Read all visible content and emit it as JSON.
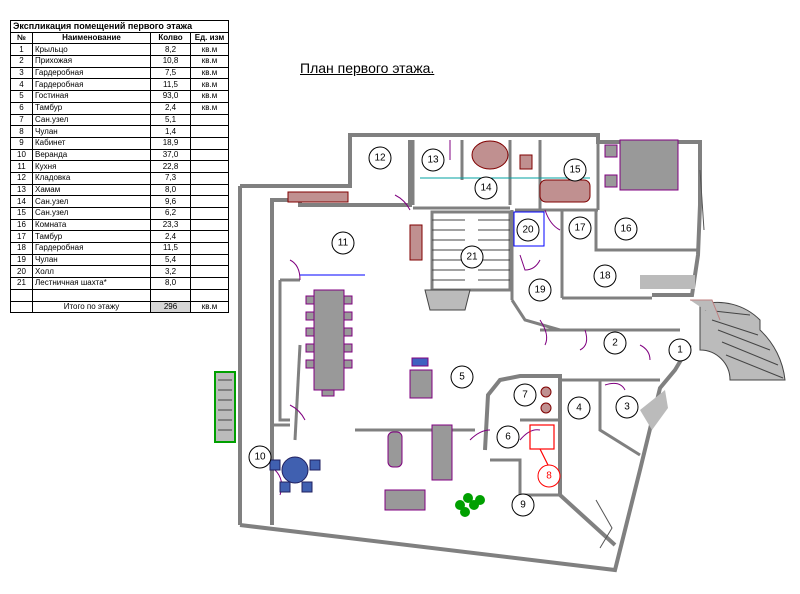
{
  "table": {
    "caption": "Экспликация помещений первого этажа",
    "headers": [
      "№",
      "Наименование",
      "Колво",
      "Ед. изм"
    ],
    "rows": [
      {
        "n": "1",
        "name": "Крыльцо",
        "value": "8,2",
        "unit": "кв.м"
      },
      {
        "n": "2",
        "name": "Прихожая",
        "value": "10,8",
        "unit": "кв.м"
      },
      {
        "n": "3",
        "name": "Гардеробная",
        "value": "7,5",
        "unit": "кв.м"
      },
      {
        "n": "4",
        "name": "Гардеробная",
        "value": "11,5",
        "unit": "кв.м"
      },
      {
        "n": "5",
        "name": "Гостиная",
        "value": "93,0",
        "unit": "кв.м"
      },
      {
        "n": "6",
        "name": "Тамбур",
        "value": "2,4",
        "unit": "кв.м"
      },
      {
        "n": "7",
        "name": "Сан.узел",
        "value": "5,1",
        "unit": ""
      },
      {
        "n": "8",
        "name": "Чулан",
        "value": "1,4",
        "unit": ""
      },
      {
        "n": "9",
        "name": "Кабинет",
        "value": "18,9",
        "unit": ""
      },
      {
        "n": "10",
        "name": "Веранда",
        "value": "37,0",
        "unit": ""
      },
      {
        "n": "11",
        "name": "Кухня",
        "value": "22,8",
        "unit": ""
      },
      {
        "n": "12",
        "name": "Кладовка",
        "value": "7,3",
        "unit": ""
      },
      {
        "n": "13",
        "name": "Хамам",
        "value": "8,0",
        "unit": ""
      },
      {
        "n": "14",
        "name": "Сан.узел",
        "value": "9,6",
        "unit": ""
      },
      {
        "n": "15",
        "name": "Сан.узел",
        "value": "6,2",
        "unit": ""
      },
      {
        "n": "16",
        "name": "Комната",
        "value": "23,3",
        "unit": ""
      },
      {
        "n": "17",
        "name": "Тамбур",
        "value": "2,4",
        "unit": ""
      },
      {
        "n": "18",
        "name": "Гардеробная",
        "value": "11,5",
        "unit": ""
      },
      {
        "n": "19",
        "name": "Чулан",
        "value": "5,4",
        "unit": ""
      },
      {
        "n": "20",
        "name": "Холл",
        "value": "3,2",
        "unit": ""
      },
      {
        "n": "21",
        "name": "Лестничная шахта*",
        "value": "8,0",
        "unit": ""
      }
    ],
    "total": {
      "label": "Итого по этажу",
      "value": "296",
      "unit": "кв.м"
    }
  },
  "plan": {
    "title": "План первого этажа.",
    "rooms": [
      "1",
      "2",
      "3",
      "4",
      "5",
      "6",
      "7",
      "8",
      "9",
      "10",
      "11",
      "12",
      "13",
      "14",
      "15",
      "16",
      "17",
      "18",
      "19",
      "20",
      "21"
    ]
  },
  "colors": {
    "wall": "#808080",
    "door": "#800080",
    "furniture": "#800080",
    "highlight": "#ff0000",
    "accent_green": "#00a000",
    "accent_blue": "#0000ff"
  }
}
